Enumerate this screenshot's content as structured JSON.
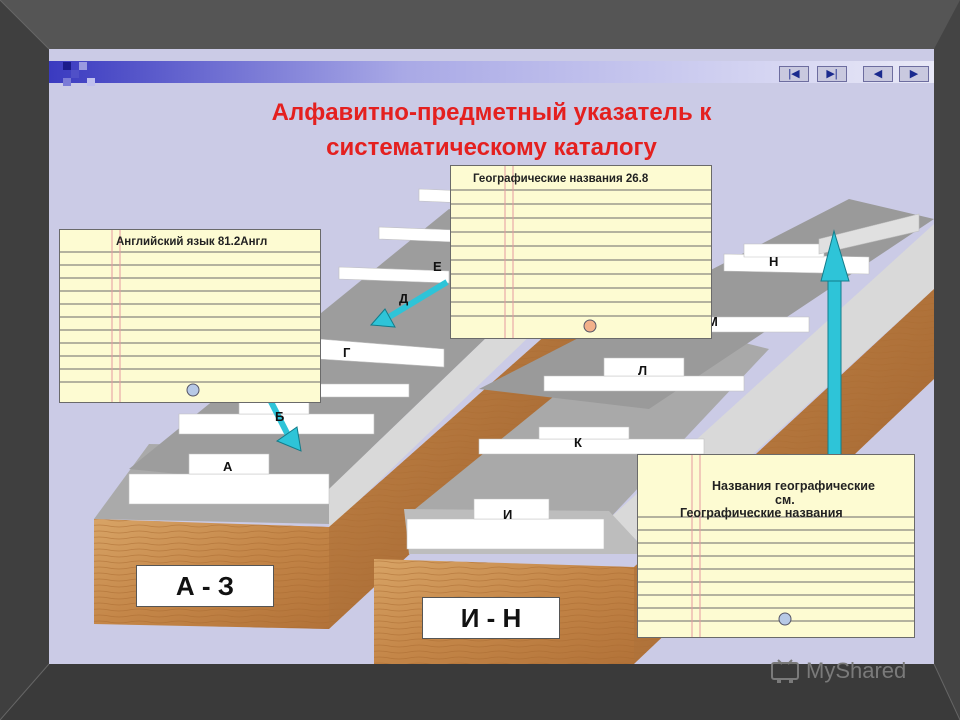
{
  "title": {
    "line1": "Алфавитно-предметный указатель к",
    "line2": "систематическому каталогу"
  },
  "nav_buttons": [
    {
      "icon": "first-slide-icon",
      "glyph": "|◀"
    },
    {
      "icon": "last-slide-icon",
      "glyph": "▶|"
    },
    {
      "icon": "prev-slide-icon",
      "glyph": "◀"
    },
    {
      "icon": "next-slide-icon",
      "glyph": "▶"
    }
  ],
  "cards": {
    "english": {
      "text": "Английский язык  81.2Англ"
    },
    "geo": {
      "text": "Географические названия  26.8"
    },
    "names": {
      "line1": "Названия географические",
      "line2": "см.",
      "line3": "Географические названия"
    }
  },
  "drawers": {
    "left": {
      "label": "А - З",
      "tabs": [
        "А",
        "Б",
        "Г",
        "Д",
        "Е"
      ]
    },
    "right": {
      "label": "И - Н",
      "tabs": [
        "И",
        "К",
        "Л",
        "М",
        "Н"
      ]
    }
  },
  "colors": {
    "title": "#e4201f",
    "arrow": "#2ec4d8",
    "card": "#fdfbd2",
    "slide_bg": "#cbcbe6",
    "wood": "#c98a4c"
  },
  "watermark": {
    "text": "MyShared"
  }
}
